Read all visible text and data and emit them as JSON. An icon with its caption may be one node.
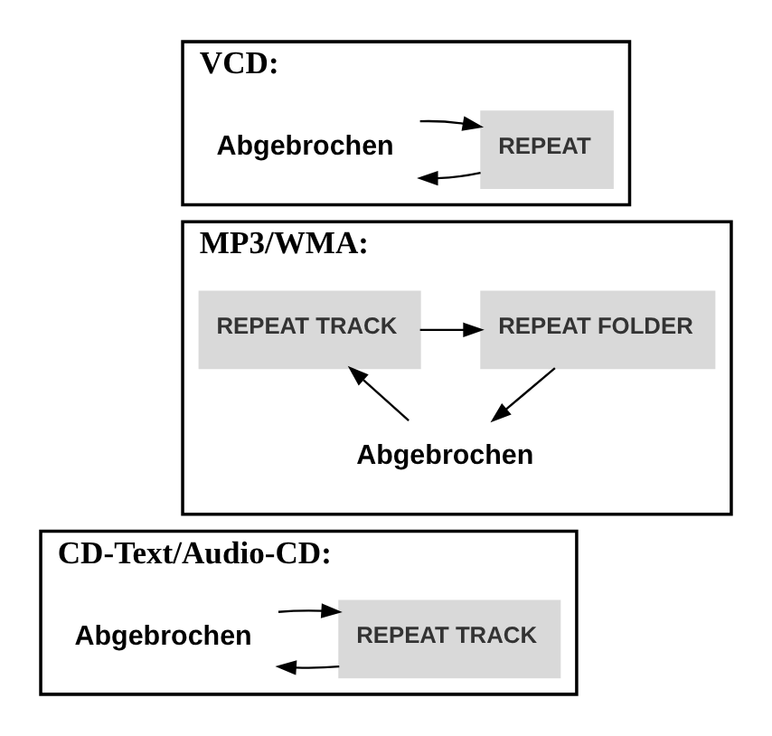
{
  "diagram": {
    "nodes": [
      {
        "text": [
          "VCD:"
        ]
      },
      {
        "text": [
          "REPEAT"
        ],
        "in": 0
      },
      {
        "text": [
          "Abgebrochen"
        ],
        "in": 0
      },
      {
        "text": [
          "MP3/WMA:"
        ]
      },
      {
        "text": [
          "REPEAT TRACK"
        ],
        "in": 3
      },
      {
        "text": [
          "REPEAT FOLDER"
        ],
        "in": 3
      },
      {
        "text": [
          "Abgebrochen"
        ],
        "in": 3
      },
      {
        "text": [
          "CD-Text/Audio-CD:"
        ]
      },
      {
        "text": [
          "REPEAT TRACK"
        ],
        "in": 7
      },
      {
        "text": [
          "Abgebrochen"
        ],
        "in": 7
      }
    ],
    "edges": [
      {
        "from": 1,
        "to": 2,
        "arrow": "to"
      },
      {
        "from": 2,
        "to": 1,
        "arrow": "to"
      },
      {
        "from": 4,
        "to": 5,
        "arrow": "to"
      },
      {
        "from": 5,
        "to": 6,
        "arrow": "to"
      },
      {
        "from": 6,
        "to": 4,
        "arrow": "to"
      },
      {
        "from": 8,
        "to": 9,
        "arrow": "to"
      },
      {
        "from": 9,
        "to": 8,
        "arrow": "to"
      }
    ]
  }
}
